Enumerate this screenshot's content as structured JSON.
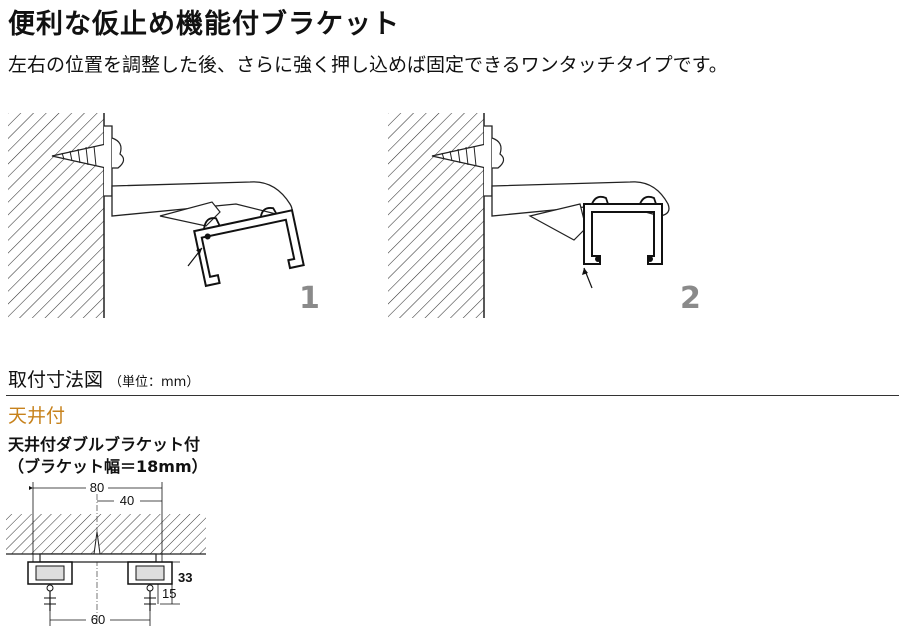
{
  "header": {
    "title": "便利な仮止め機能付ブラケット",
    "subtitle": "左右の位置を調整した後、さらに強く押し込めば固定できるワンタッチタイプです。"
  },
  "steps": [
    {
      "number": "1"
    },
    {
      "number": "2"
    }
  ],
  "section": {
    "heading": "取付寸法図",
    "unit": "（単位：mm）",
    "category": "天井付",
    "item_name": "天井付ダブルブラケット付",
    "item_note": "（ブラケット幅＝18mm）"
  },
  "dimensions": {
    "top_outer": "80",
    "top_inner": "40",
    "height": "33",
    "height_inner": "15",
    "bottom": "60"
  }
}
